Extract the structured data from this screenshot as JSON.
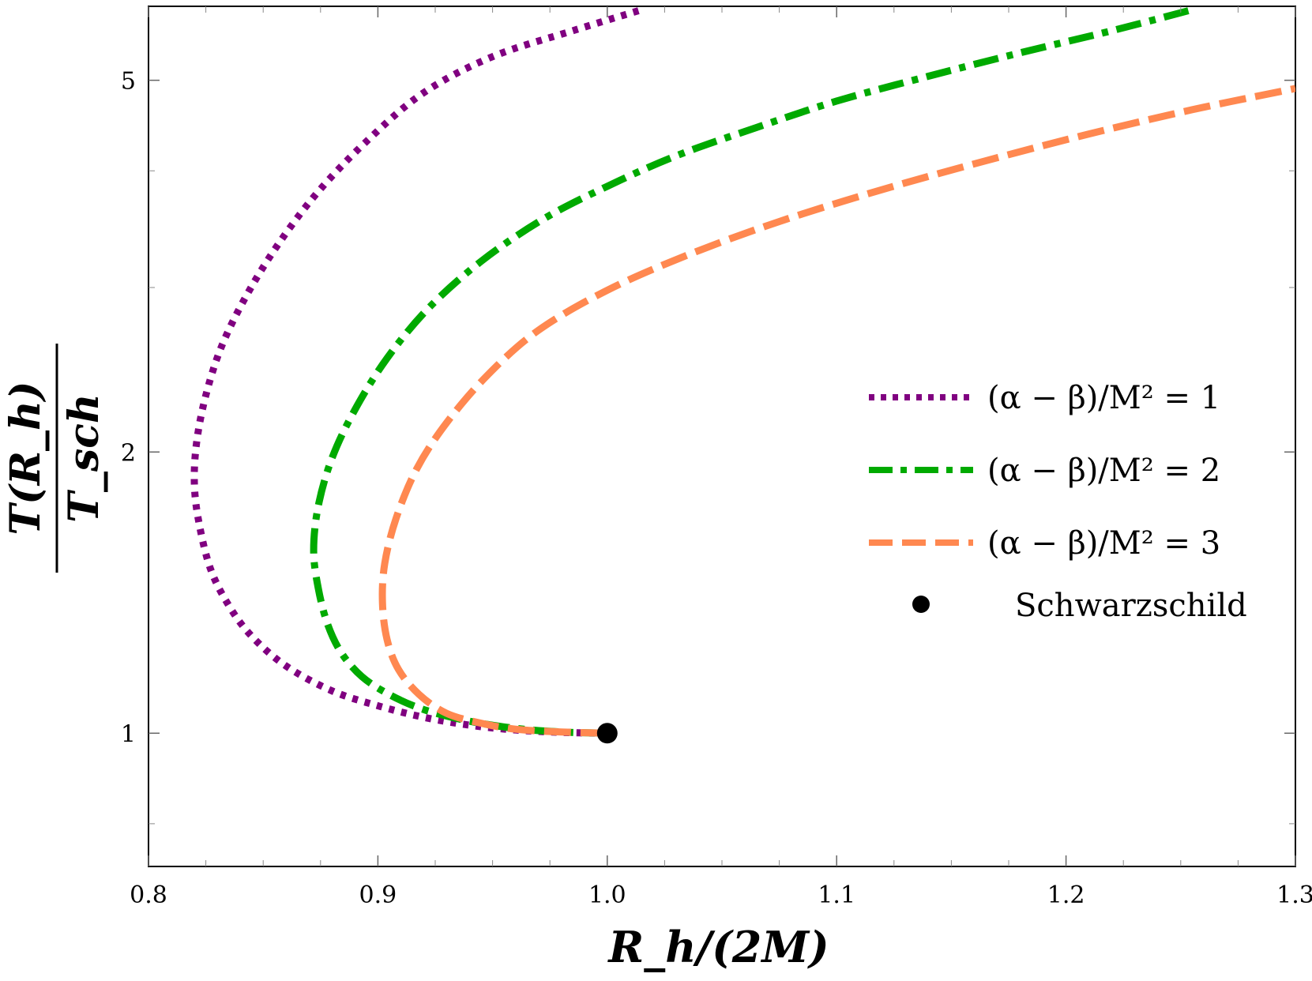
{
  "chart_data": {
    "type": "line",
    "xlabel": "R_h/(2M)",
    "ylabel_numerator": "T(R_h)",
    "ylabel_denominator": "T_sch",
    "xlim": [
      0.8,
      1.3
    ],
    "ylim": [
      0.72,
      6.0
    ],
    "yscale": "log",
    "x_ticks": [
      "0.8",
      "0.9",
      "1.0",
      "1.1",
      "1.2",
      "1.3"
    ],
    "y_ticks": [
      "1",
      "2",
      "5"
    ],
    "grid": false,
    "legend_position": "center-right",
    "series": [
      {
        "name": "(α − β)/M² = 1",
        "color": "#800080",
        "style": "dotted",
        "points": [
          [
            1.0,
            1.0
          ],
          [
            0.98,
            1.002
          ],
          [
            0.96,
            1.008
          ],
          [
            0.94,
            1.02
          ],
          [
            0.92,
            1.04
          ],
          [
            0.9,
            1.07
          ],
          [
            0.88,
            1.11
          ],
          [
            0.86,
            1.18
          ],
          [
            0.845,
            1.27
          ],
          [
            0.835,
            1.37
          ],
          [
            0.827,
            1.5
          ],
          [
            0.822,
            1.68
          ],
          [
            0.82,
            1.85
          ],
          [
            0.821,
            2.05
          ],
          [
            0.825,
            2.3
          ],
          [
            0.832,
            2.6
          ],
          [
            0.843,
            2.95
          ],
          [
            0.857,
            3.35
          ],
          [
            0.874,
            3.8
          ],
          [
            0.895,
            4.3
          ],
          [
            0.92,
            4.85
          ],
          [
            0.95,
            5.3
          ],
          [
            0.985,
            5.65
          ],
          [
            1.015,
            5.95
          ]
        ]
      },
      {
        "name": "(α − β)/M² = 2",
        "color": "#00aa00",
        "style": "dashdot",
        "points": [
          [
            1.0,
            1.0
          ],
          [
            0.98,
            1.003
          ],
          [
            0.96,
            1.012
          ],
          [
            0.94,
            1.03
          ],
          [
            0.92,
            1.06
          ],
          [
            0.905,
            1.1
          ],
          [
            0.893,
            1.15
          ],
          [
            0.884,
            1.22
          ],
          [
            0.878,
            1.31
          ],
          [
            0.874,
            1.43
          ],
          [
            0.872,
            1.57
          ],
          [
            0.874,
            1.75
          ],
          [
            0.88,
            1.97
          ],
          [
            0.89,
            2.22
          ],
          [
            0.904,
            2.52
          ],
          [
            0.922,
            2.85
          ],
          [
            0.945,
            3.2
          ],
          [
            0.972,
            3.55
          ],
          [
            1.0,
            3.85
          ],
          [
            1.03,
            4.15
          ],
          [
            1.065,
            4.45
          ],
          [
            1.1,
            4.75
          ],
          [
            1.14,
            5.05
          ],
          [
            1.18,
            5.35
          ],
          [
            1.22,
            5.65
          ],
          [
            1.255,
            5.95
          ]
        ]
      },
      {
        "name": "(α − β)/M² = 3",
        "color": "#ff8850",
        "style": "dashed",
        "points": [
          [
            1.0,
            1.0
          ],
          [
            0.98,
            1.003
          ],
          [
            0.96,
            1.01
          ],
          [
            0.945,
            1.025
          ],
          [
            0.93,
            1.05
          ],
          [
            0.918,
            1.1
          ],
          [
            0.909,
            1.17
          ],
          [
            0.904,
            1.26
          ],
          [
            0.902,
            1.38
          ],
          [
            0.903,
            1.52
          ],
          [
            0.908,
            1.7
          ],
          [
            0.917,
            1.92
          ],
          [
            0.93,
            2.15
          ],
          [
            0.948,
            2.42
          ],
          [
            0.97,
            2.7
          ],
          [
            1.0,
            2.98
          ],
          [
            1.035,
            3.25
          ],
          [
            1.075,
            3.53
          ],
          [
            1.12,
            3.82
          ],
          [
            1.165,
            4.1
          ],
          [
            1.21,
            4.38
          ],
          [
            1.255,
            4.65
          ],
          [
            1.3,
            4.9
          ]
        ]
      }
    ],
    "points": [
      {
        "name": "Schwarzschild",
        "x": 1.0,
        "y": 1.0,
        "color": "#000000"
      }
    ]
  }
}
